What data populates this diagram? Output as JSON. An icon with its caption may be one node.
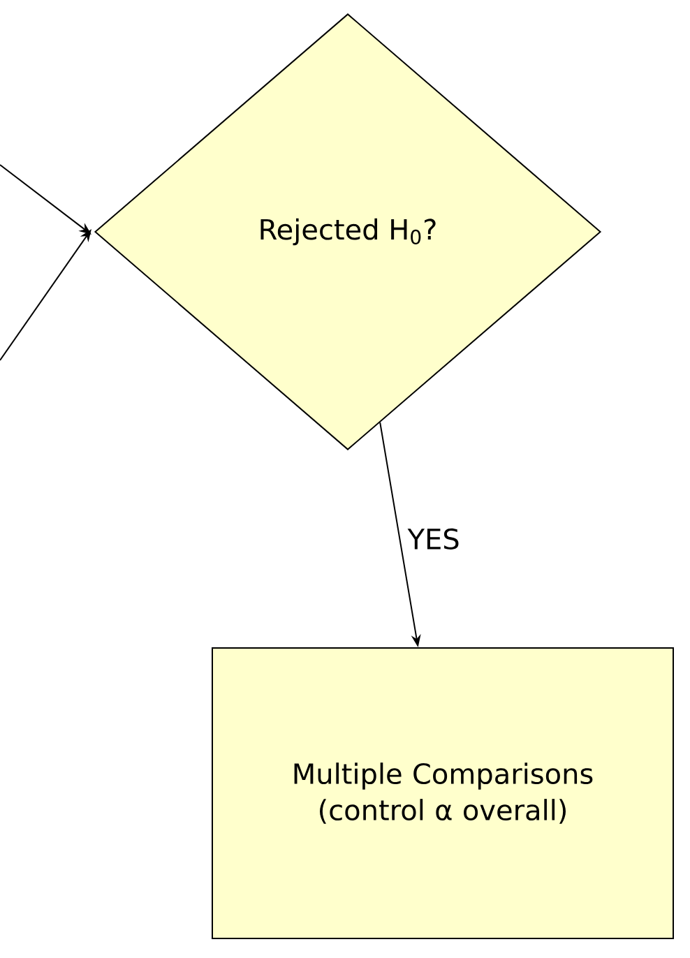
{
  "diagram": {
    "nodes": [
      {
        "text": [
          "Rejected H$_{0}$?"
        ]
      },
      {
        "text": [
          "Multiple Comparisons (control α overall)"
        ]
      }
    ],
    "edges": [
      {
        "from": null,
        "to": 0,
        "arrow": "to"
      },
      {
        "from": null,
        "to": 0,
        "arrow": "to"
      },
      {
        "from": 0,
        "to": 1,
        "arrow": "to",
        "label": "YES"
      }
    ]
  }
}
